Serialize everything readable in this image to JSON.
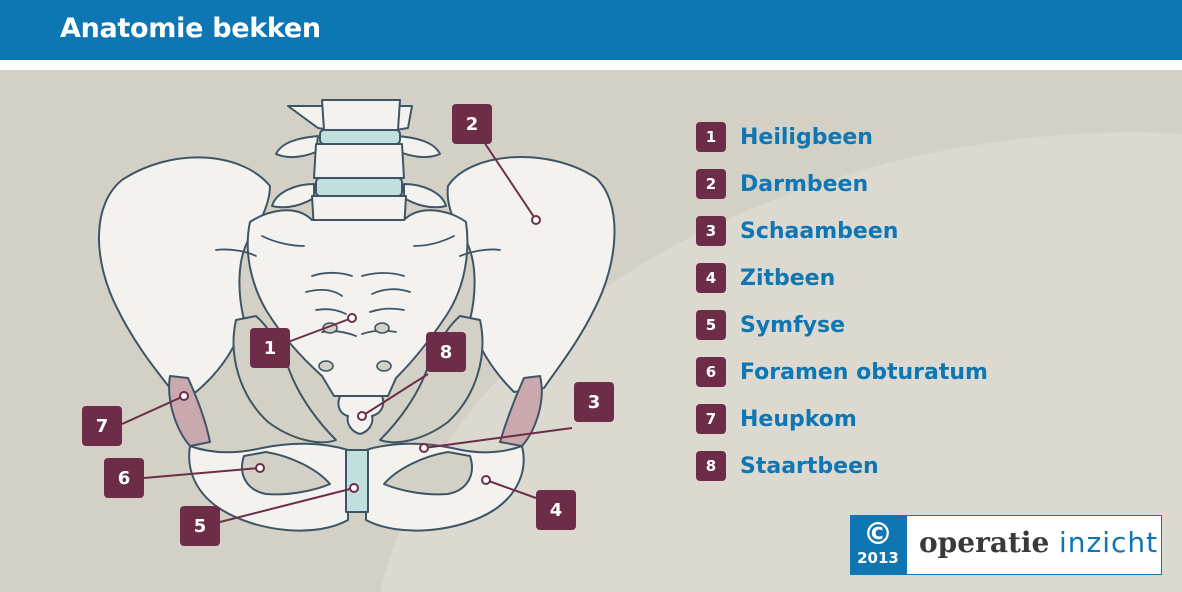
{
  "header": {
    "title": "Anatomie bekken"
  },
  "legend": [
    {
      "num": "1",
      "label": "Heiligbeen"
    },
    {
      "num": "2",
      "label": "Darmbeen"
    },
    {
      "num": "3",
      "label": "Schaambeen"
    },
    {
      "num": "4",
      "label": "Zitbeen"
    },
    {
      "num": "5",
      "label": "Symfyse"
    },
    {
      "num": "6",
      "label": "Foramen obturatum"
    },
    {
      "num": "7",
      "label": "Heupkom"
    },
    {
      "num": "8",
      "label": "Staartbeen"
    }
  ],
  "markers": [
    "1",
    "2",
    "3",
    "4",
    "5",
    "6",
    "7",
    "8"
  ],
  "logo": {
    "symbol": "©",
    "year": "2013",
    "brand_bold": "operatie",
    "brand_light": "inzicht"
  },
  "colors": {
    "header": "#0f76b4",
    "marker": "#6d2d48",
    "bone": "#f3f2ee",
    "disc": "#bfe0dc",
    "cup": "#c9a9ad"
  }
}
